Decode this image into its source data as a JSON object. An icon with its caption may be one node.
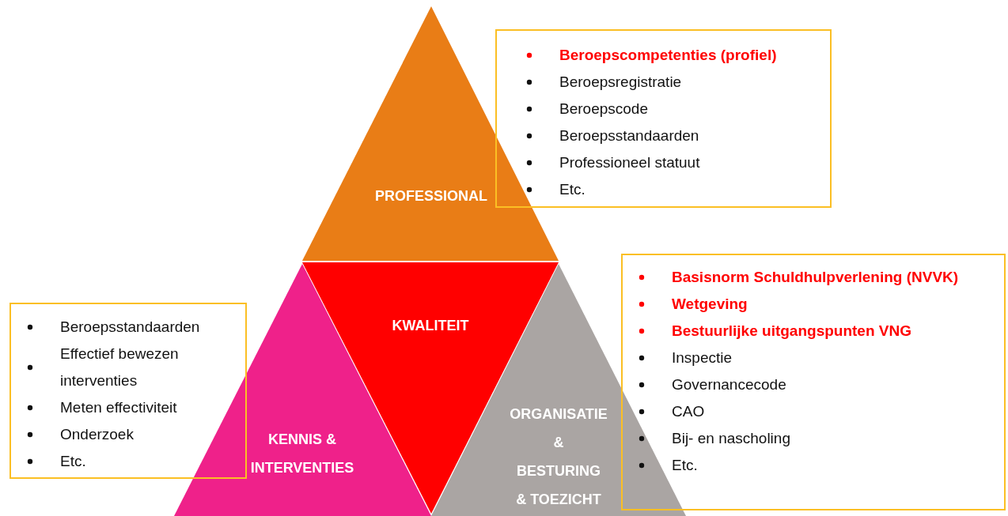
{
  "diagram": {
    "nodes": [
      {
        "text": [
          "PROFESSIONAL"
        ]
      },
      {
        "text": [
          "KWALITEIT"
        ]
      },
      {
        "text": [
          "KENNIS & INTERVENTIES"
        ]
      },
      {
        "text": [
          "ORGANISATIE & BESTURING & TOEZICHT"
        ]
      },
      {
        "text": [
          "Beroepscompetenties (profiel)",
          "Beroepsregistratie",
          "Beroepscode",
          "Beroepsstandaarden",
          "Professioneel statuut",
          "Etc."
        ]
      },
      {
        "text": [
          "Beroepsstandaarden",
          "Effectief bewezen interventies",
          "Meten effectiviteit",
          "Onderzoek",
          "Etc."
        ]
      },
      {
        "text": [
          "Basisnorm Schuldhulpverlening (NVVK)",
          "Wetgeving",
          "Bestuurlijke uitgangspunten VNG",
          "Inspectie",
          "Governancecode",
          "CAO",
          "Bij- en nascholing",
          "Etc."
        ]
      }
    ],
    "edges": []
  }
}
